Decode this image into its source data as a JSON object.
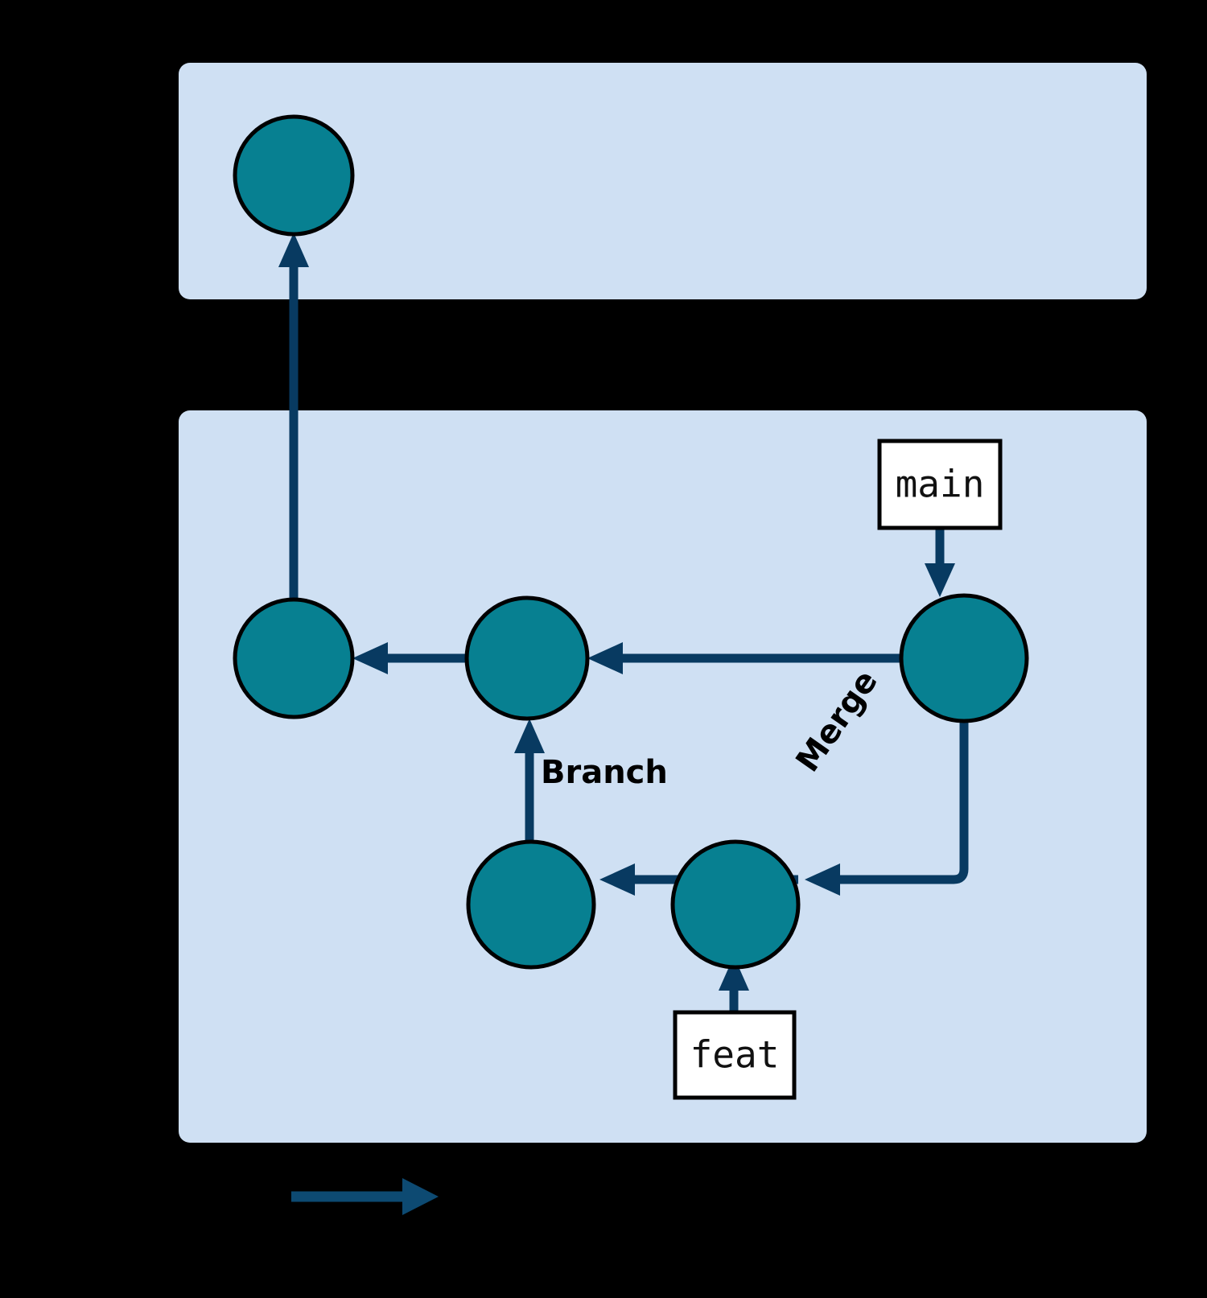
{
  "diagram": {
    "title": "git branch and merge commit graph",
    "background_color": "#000000",
    "panel_color": "#cfe0f3",
    "node_color": "#078091",
    "edge_color": "#083a61",
    "ref_box_fill": "#ffffff",
    "legend_arrow_color": "#0d4a72",
    "panels": [
      {
        "id": "upper-panel",
        "label": ""
      },
      {
        "id": "lower-panel",
        "label": ""
      }
    ],
    "nodes": [
      {
        "id": "upper-commit",
        "label": "",
        "panel": "upper-panel"
      },
      {
        "id": "main-tip-old",
        "label": "",
        "panel": "lower-panel"
      },
      {
        "id": "branch-point",
        "label": "",
        "panel": "lower-panel"
      },
      {
        "id": "merge-commit",
        "label": "",
        "panel": "lower-panel"
      },
      {
        "id": "feat-commit-1",
        "label": "",
        "panel": "lower-panel"
      },
      {
        "id": "feat-commit-2",
        "label": "",
        "panel": "lower-panel"
      }
    ],
    "ref_boxes": [
      {
        "id": "main-ref",
        "label": "main"
      },
      {
        "id": "feat-ref",
        "label": "feat"
      }
    ],
    "edge_labels": [
      {
        "id": "branch-label",
        "label": "Branch",
        "rotation_deg": 0
      },
      {
        "id": "merge-label",
        "label": "Merge",
        "rotation_deg": -55
      }
    ],
    "legend": {
      "time_arrow_label": ""
    }
  }
}
